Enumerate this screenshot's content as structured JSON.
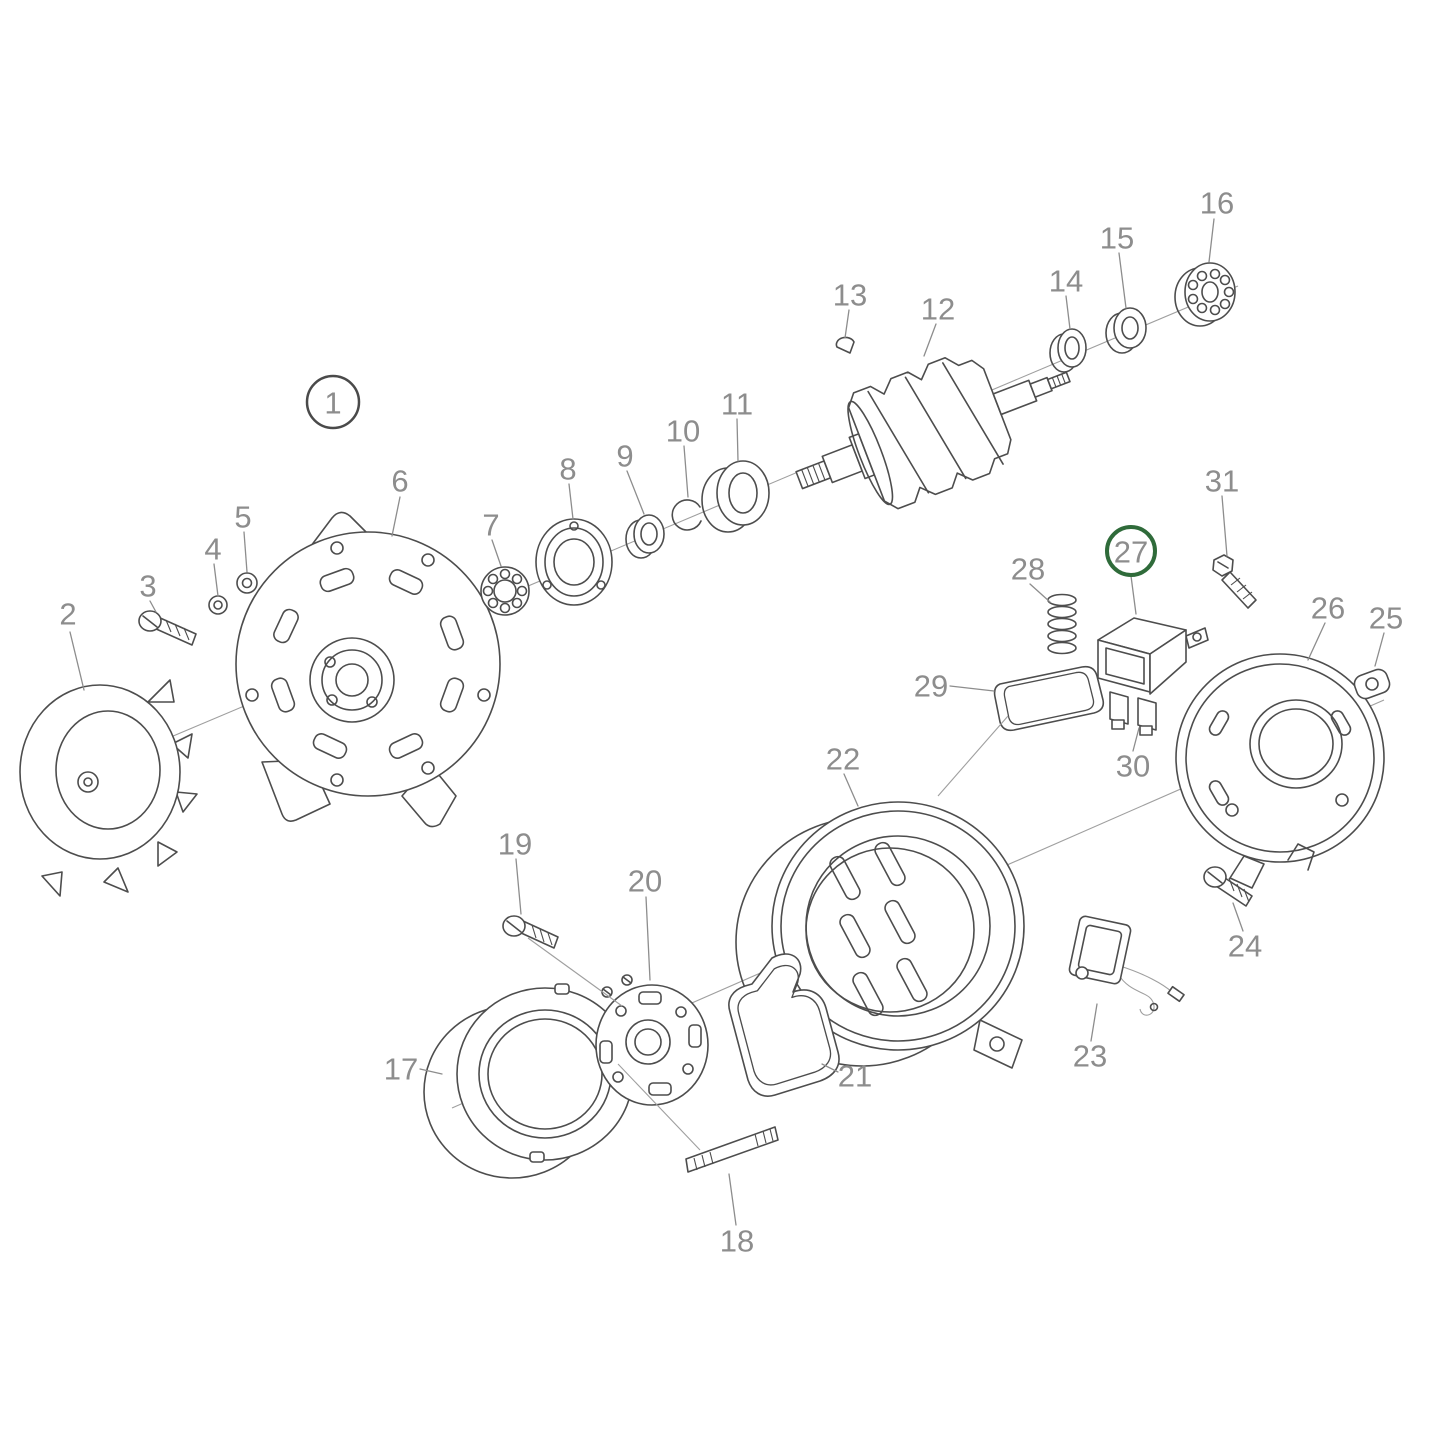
{
  "colors": {
    "background": "#ffffff",
    "line": "#4d4d4d",
    "label": "#8d8d8d",
    "marker": "#4a4a4a",
    "highlight": "#2f6b3a"
  },
  "highlighted_part": "27",
  "parts": [
    {
      "label": "1"
    },
    {
      "label": "2"
    },
    {
      "label": "3"
    },
    {
      "label": "4"
    },
    {
      "label": "5"
    },
    {
      "label": "6"
    },
    {
      "label": "7"
    },
    {
      "label": "8"
    },
    {
      "label": "9"
    },
    {
      "label": "10"
    },
    {
      "label": "11"
    },
    {
      "label": "12"
    },
    {
      "label": "13"
    },
    {
      "label": "14"
    },
    {
      "label": "15"
    },
    {
      "label": "16"
    },
    {
      "label": "17"
    },
    {
      "label": "18"
    },
    {
      "label": "19"
    },
    {
      "label": "20"
    },
    {
      "label": "21"
    },
    {
      "label": "22"
    },
    {
      "label": "23"
    },
    {
      "label": "24"
    },
    {
      "label": "25"
    },
    {
      "label": "26"
    },
    {
      "label": "27"
    },
    {
      "label": "28"
    },
    {
      "label": "29"
    },
    {
      "label": "30"
    },
    {
      "label": "31"
    }
  ]
}
